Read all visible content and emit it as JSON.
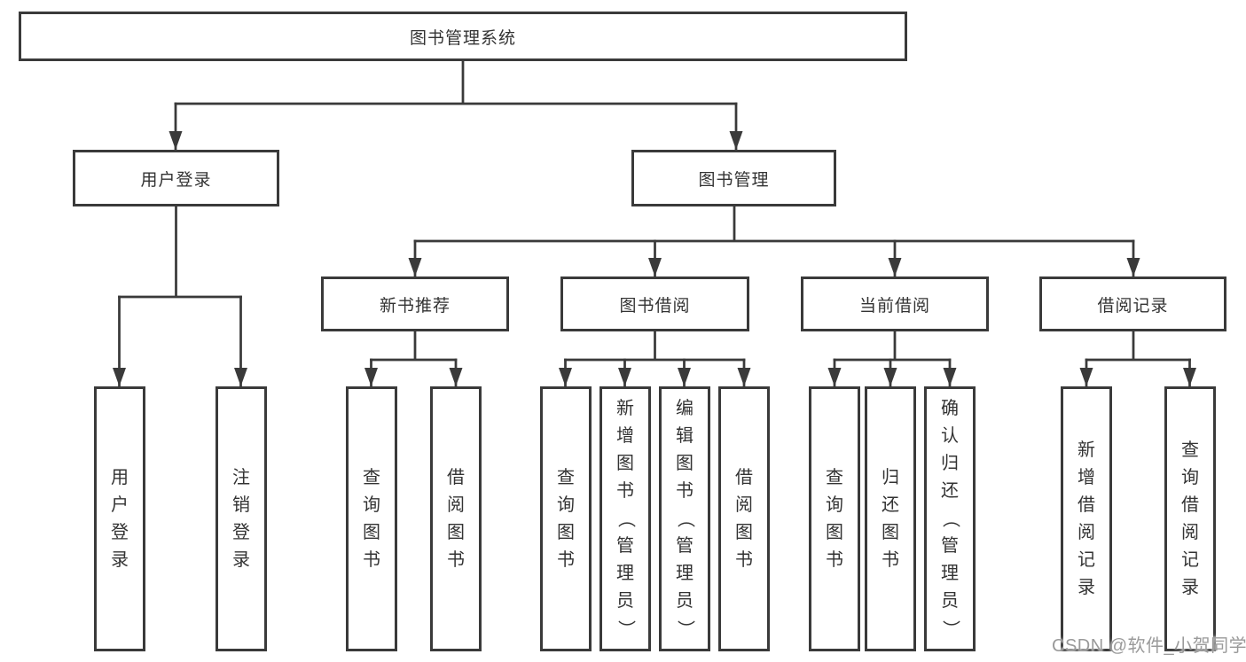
{
  "title": "图书管理系统",
  "branches": {
    "login": {
      "label": "用户登录",
      "children": [
        "用户登录",
        "注销登录"
      ]
    },
    "management": {
      "label": "图书管理",
      "sections": [
        {
          "label": "新书推荐",
          "children": [
            "查询图书",
            "借阅图书"
          ]
        },
        {
          "label": "图书借阅",
          "children": [
            "查询图书",
            "新增图书（管理员）",
            "编辑图书（管理员）",
            "借阅图书"
          ]
        },
        {
          "label": "当前借阅",
          "children": [
            "查询图书",
            "归还图书",
            "确认归还（管理员）"
          ]
        },
        {
          "label": "借阅记录",
          "children": [
            "新增借阅记录",
            "查询借阅记录"
          ]
        }
      ]
    }
  },
  "watermark": "CSDN @软件_小贺同学",
  "colors": {
    "line": "#3a3a3a",
    "text": "#333333",
    "watermark": "#9a9a9a"
  }
}
